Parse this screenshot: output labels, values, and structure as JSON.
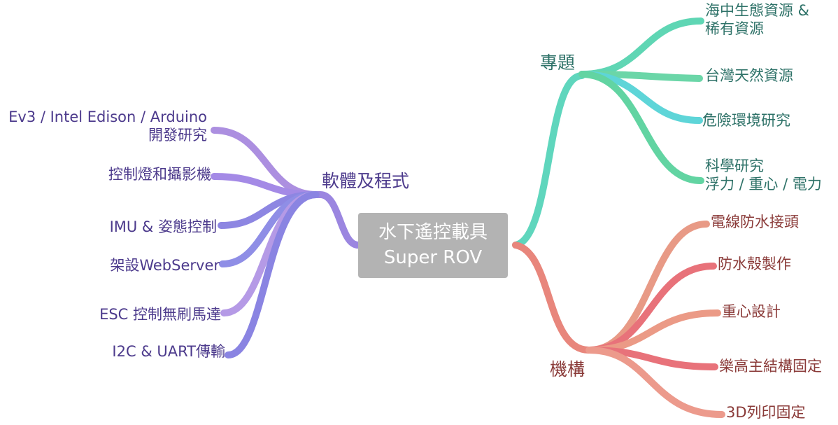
{
  "root": {
    "line1": "水下遙控載具",
    "line2": "Super ROV"
  },
  "branches": {
    "software": {
      "label": "軟體及程式",
      "color": "#9b86e0",
      "items": [
        {
          "line1": "Ev3 / Intel Edison / Arduino",
          "line2": "開發研究",
          "color": "#ac8fe0"
        },
        {
          "line1": "控制燈和攝影機",
          "color": "#a48ae6"
        },
        {
          "line1": "IMU & 姿態控制",
          "color": "#8d86e2"
        },
        {
          "line1": "架設WebServer",
          "color": "#8f8ee6"
        },
        {
          "line1": "ESC 控制無刷馬達",
          "color": "#b59ae6"
        },
        {
          "line1": "I2C & UART傳輸",
          "color": "#8a84e2"
        }
      ]
    },
    "topics": {
      "label": "專題",
      "color": "#5fd6bd",
      "items": [
        {
          "line1": "海中生態資源 &",
          "line2": "稀有資源",
          "color": "#5fd6b4"
        },
        {
          "line1": "台灣天然資源",
          "color": "#6bd6a8"
        },
        {
          "line1": "危險環境研究",
          "color": "#5ed5d8"
        },
        {
          "line1": "科學研究",
          "line2": "浮力 / 重心 / 電力",
          "color": "#62d4a2"
        }
      ]
    },
    "structure": {
      "label": "機構",
      "color": "#e8867c",
      "items": [
        {
          "line1": "電線防水接頭",
          "color": "#e89a86"
        },
        {
          "line1": "防水殼製作",
          "color": "#e8727a"
        },
        {
          "line1": "重心設計",
          "color": "#eb9a86"
        },
        {
          "line1": "樂高主結構固定",
          "color": "#e8727a"
        },
        {
          "line1": "3D列印固定",
          "color": "#ec9a8c"
        }
      ]
    }
  }
}
